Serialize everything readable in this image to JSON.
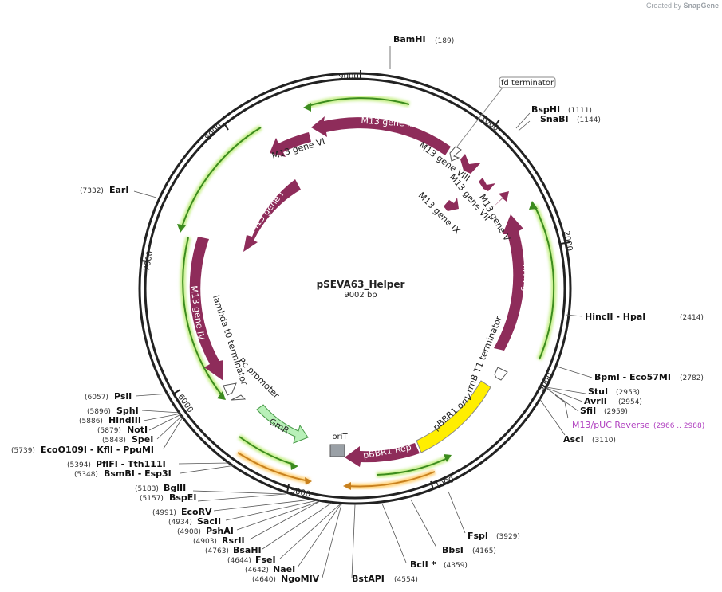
{
  "brand": {
    "created_by": "Created by",
    "name": "SnapGene"
  },
  "plasmid": {
    "name": "pSEVA63_Helper",
    "length": "9002 bp",
    "bp": 9002
  },
  "ticks": [
    "9000",
    "1000",
    "2000",
    "3000",
    "4000",
    "5000",
    "6000",
    "7000",
    "8000"
  ],
  "features": [
    {
      "name": "M13 gene III",
      "type": "gene",
      "color": "#8e2c5a"
    },
    {
      "name": "M13 gene VI",
      "type": "gene",
      "color": "#8e2c5a"
    },
    {
      "name": "M13 gene I",
      "type": "gene",
      "color": "#8e2c5a"
    },
    {
      "name": "M13 gene IV",
      "type": "gene",
      "color": "#8e2c5a"
    },
    {
      "name": "M13 gene VIII",
      "type": "gene",
      "color": "#8e2c5a"
    },
    {
      "name": "M13 gene VII",
      "type": "gene",
      "color": "#8e2c5a"
    },
    {
      "name": "M13 gene IX",
      "type": "gene",
      "color": "#8e2c5a"
    },
    {
      "name": "M13 gene V",
      "type": "gene",
      "color": "#8e2c5a"
    },
    {
      "name": "M13 gene II",
      "type": "gene",
      "color": "#8e2c5a"
    },
    {
      "name": "pBBR1 oriV",
      "type": "origin",
      "color": "#ffee00"
    },
    {
      "name": "pBBR1 Rep",
      "type": "gene",
      "color": "#8e2c5a"
    },
    {
      "name": "oriT",
      "type": "origin",
      "color": "#9aa0a6"
    },
    {
      "name": "GmR",
      "type": "resistance",
      "color": "#b8f0b8"
    },
    {
      "name": "fd terminator",
      "type": "terminator"
    },
    {
      "name": "rrnB T1 terminator",
      "type": "terminator"
    },
    {
      "name": "lambda t0 terminator",
      "type": "terminator"
    },
    {
      "name": "Pc promoter",
      "type": "promoter"
    }
  ],
  "sites": [
    {
      "name": "BamHI",
      "pos": "(189)"
    },
    {
      "name": "BspHI",
      "pos": "(1111)"
    },
    {
      "name": "SnaBI",
      "pos": "(1144)"
    },
    {
      "name": "HincII - HpaI",
      "pos": "(2414)"
    },
    {
      "name": "BpmI - Eco57MI",
      "pos": "(2782)"
    },
    {
      "name": "StuI",
      "pos": "(2953)"
    },
    {
      "name": "AvrII",
      "pos": "(2954)"
    },
    {
      "name": "SfiI",
      "pos": "(2959)"
    },
    {
      "name": "M13/pUC Reverse",
      "pos": "(2966 .. 2988)",
      "primer": true
    },
    {
      "name": "AscI",
      "pos": "(3110)"
    },
    {
      "name": "FspI",
      "pos": "(3929)"
    },
    {
      "name": "BbsI",
      "pos": "(4165)"
    },
    {
      "name": "BclI *",
      "pos": "(4359)"
    },
    {
      "name": "BstAPI",
      "pos": "(4554)"
    },
    {
      "name": "NgoMIV",
      "pos": "(4640)"
    },
    {
      "name": "NaeI",
      "pos": "(4642)"
    },
    {
      "name": "FseI",
      "pos": "(4644)"
    },
    {
      "name": "BsaHI",
      "pos": "(4763)"
    },
    {
      "name": "RsrII",
      "pos": "(4903)"
    },
    {
      "name": "PshAI",
      "pos": "(4908)"
    },
    {
      "name": "SacII",
      "pos": "(4934)"
    },
    {
      "name": "EcoRV",
      "pos": "(4991)"
    },
    {
      "name": "BspEI",
      "pos": "(5157)"
    },
    {
      "name": "BglII",
      "pos": "(5183)"
    },
    {
      "name": "BsmBI - Esp3I",
      "pos": "(5348)"
    },
    {
      "name": "PflFI - Tth111I",
      "pos": "(5394)"
    },
    {
      "name": "EcoO109I - KflI - PpuMI",
      "pos": "(5739)"
    },
    {
      "name": "SpeI",
      "pos": "(5848)"
    },
    {
      "name": "NotI",
      "pos": "(5879)"
    },
    {
      "name": "HindIII",
      "pos": "(5886)"
    },
    {
      "name": "SphI",
      "pos": "(5896)"
    },
    {
      "name": "PsiI",
      "pos": "(6057)"
    },
    {
      "name": "EarI",
      "pos": "(7332)"
    }
  ]
}
